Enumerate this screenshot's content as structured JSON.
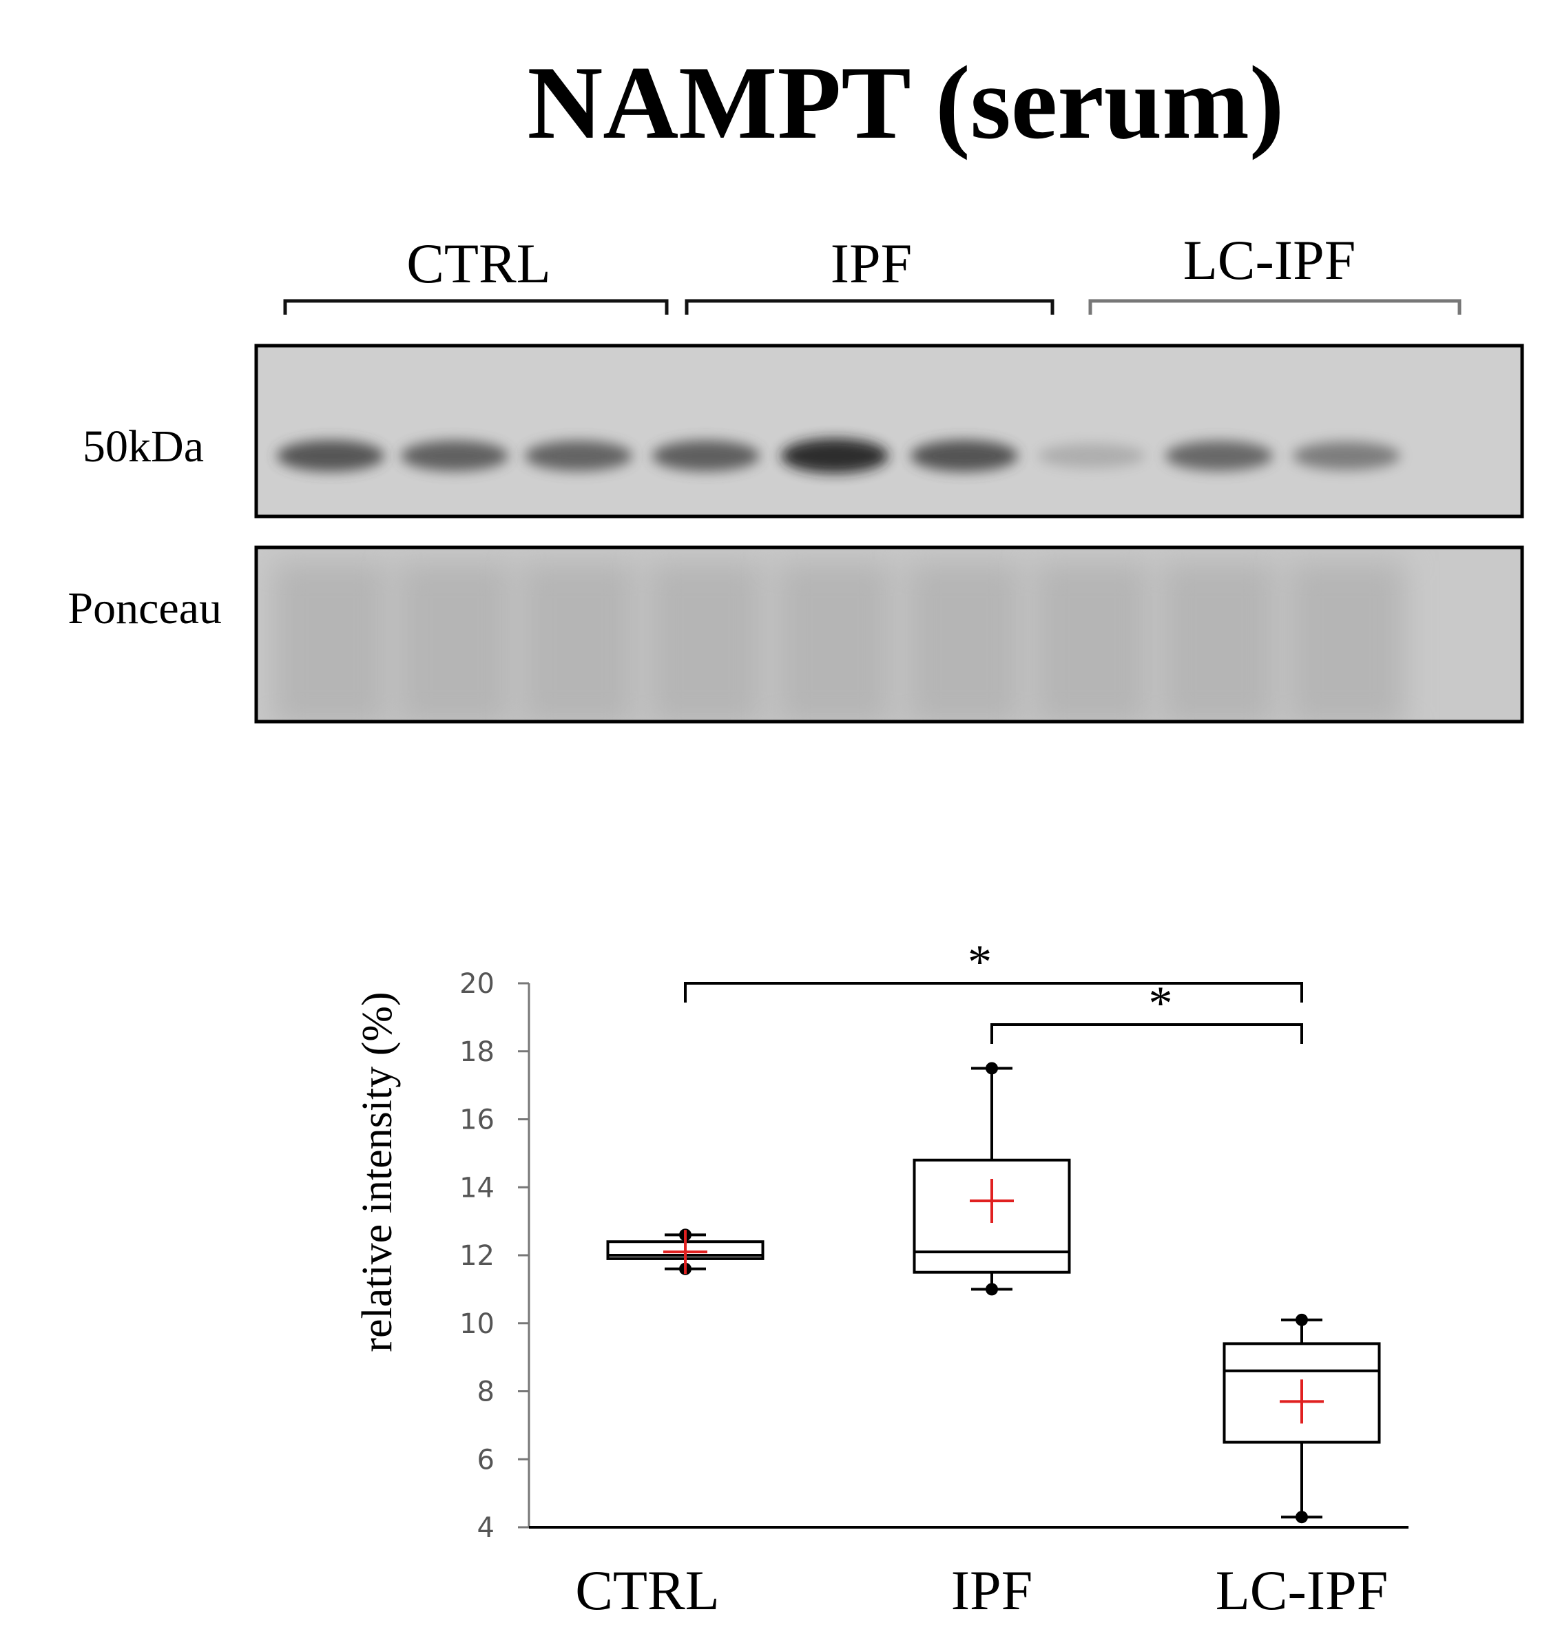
{
  "title": "NAMPT (serum)",
  "blot": {
    "groups": [
      "CTRL",
      "IPF",
      "LC-IPF"
    ],
    "row_labels": {
      "band": "50kDa",
      "loading": "Ponceau"
    },
    "band_intensity": [
      0.68,
      0.62,
      0.6,
      0.64,
      0.92,
      0.7,
      0.16,
      0.58,
      0.45
    ]
  },
  "chart_data": {
    "type": "box",
    "categories": [
      "CTRL",
      "IPF",
      "LC-IPF"
    ],
    "ylabel": "relative intensity  (%)",
    "ylim": [
      4,
      20
    ],
    "yticks": [
      4,
      6,
      8,
      10,
      12,
      14,
      16,
      18,
      20
    ],
    "boxes": [
      {
        "name": "CTRL",
        "min": 11.6,
        "q1": 11.9,
        "median": 12.0,
        "q3": 12.4,
        "max": 12.6,
        "mean": 12.1
      },
      {
        "name": "IPF",
        "min": 11.0,
        "q1": 11.5,
        "median": 12.1,
        "q3": 14.8,
        "max": 17.5,
        "mean": 13.6
      },
      {
        "name": "LC-IPF",
        "min": 4.3,
        "q1": 6.5,
        "median": 8.6,
        "q3": 9.4,
        "max": 10.1,
        "mean": 7.7
      }
    ],
    "significance": [
      {
        "from": "CTRL",
        "to": "LC-IPF",
        "label": "*"
      },
      {
        "from": "IPF",
        "to": "LC-IPF",
        "label": "*"
      }
    ],
    "colors": {
      "box": "#000000",
      "mean_marker": "#e02020",
      "tick_text": "#555555"
    }
  }
}
